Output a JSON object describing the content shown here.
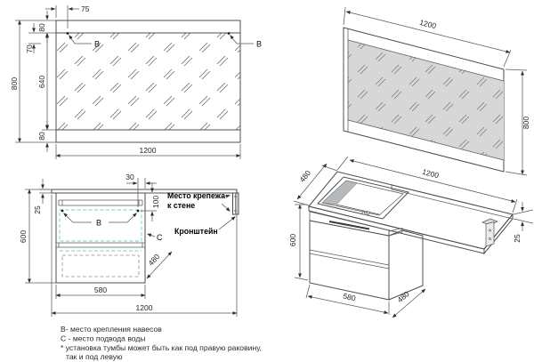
{
  "drawing_title": "bathroom-vanity-technical-drawing",
  "colors": {
    "line": "#4c4c4c",
    "dimension_line": "#5a5a5a",
    "drawer_dash_accent": "#74cdcd",
    "hidden_dash": "#8f8f8f",
    "glass_fill": "#d7d7d7",
    "glass_strip": "#eaeaea",
    "panel_front": "#f4f5f5",
    "panel_side": "#ced2d4",
    "sink_shade": "#b7babc"
  },
  "mirror_front": {
    "dims": {
      "hole_inset": "75",
      "top_strip": "80",
      "hole_drop": "70",
      "height": "800",
      "glass_height": "640",
      "bottom_strip": "80",
      "width": "1200"
    },
    "labels": {
      "mount_left": "В",
      "mount_right": "В"
    }
  },
  "mirror_iso": {
    "dims": {
      "width": "1200",
      "height": "800"
    }
  },
  "cabinet_front": {
    "dims": {
      "hole_inset": "30",
      "counter_thickness": "25",
      "hole_drop": "100",
      "height": "600",
      "depth": "480",
      "width": "580",
      "counter_width": "1200"
    },
    "labels": {
      "mount": "В",
      "water": "С",
      "wall_mount_line1": "Место крепежа",
      "wall_mount_line2": "к стене",
      "bracket": "Кронштейн"
    }
  },
  "vanity_iso": {
    "dims": {
      "depth": "480",
      "counter_width": "1200",
      "height": "600",
      "width": "580",
      "depth_bottom": "480",
      "counter_thickness": "25"
    }
  },
  "legend": {
    "line_b": "В- место крепления навесов",
    "line_c": "С - место подвода воды",
    "line_note_1": "* установка тумбы может быть как под правую раковину,",
    "line_note_2": "так и под левую"
  }
}
